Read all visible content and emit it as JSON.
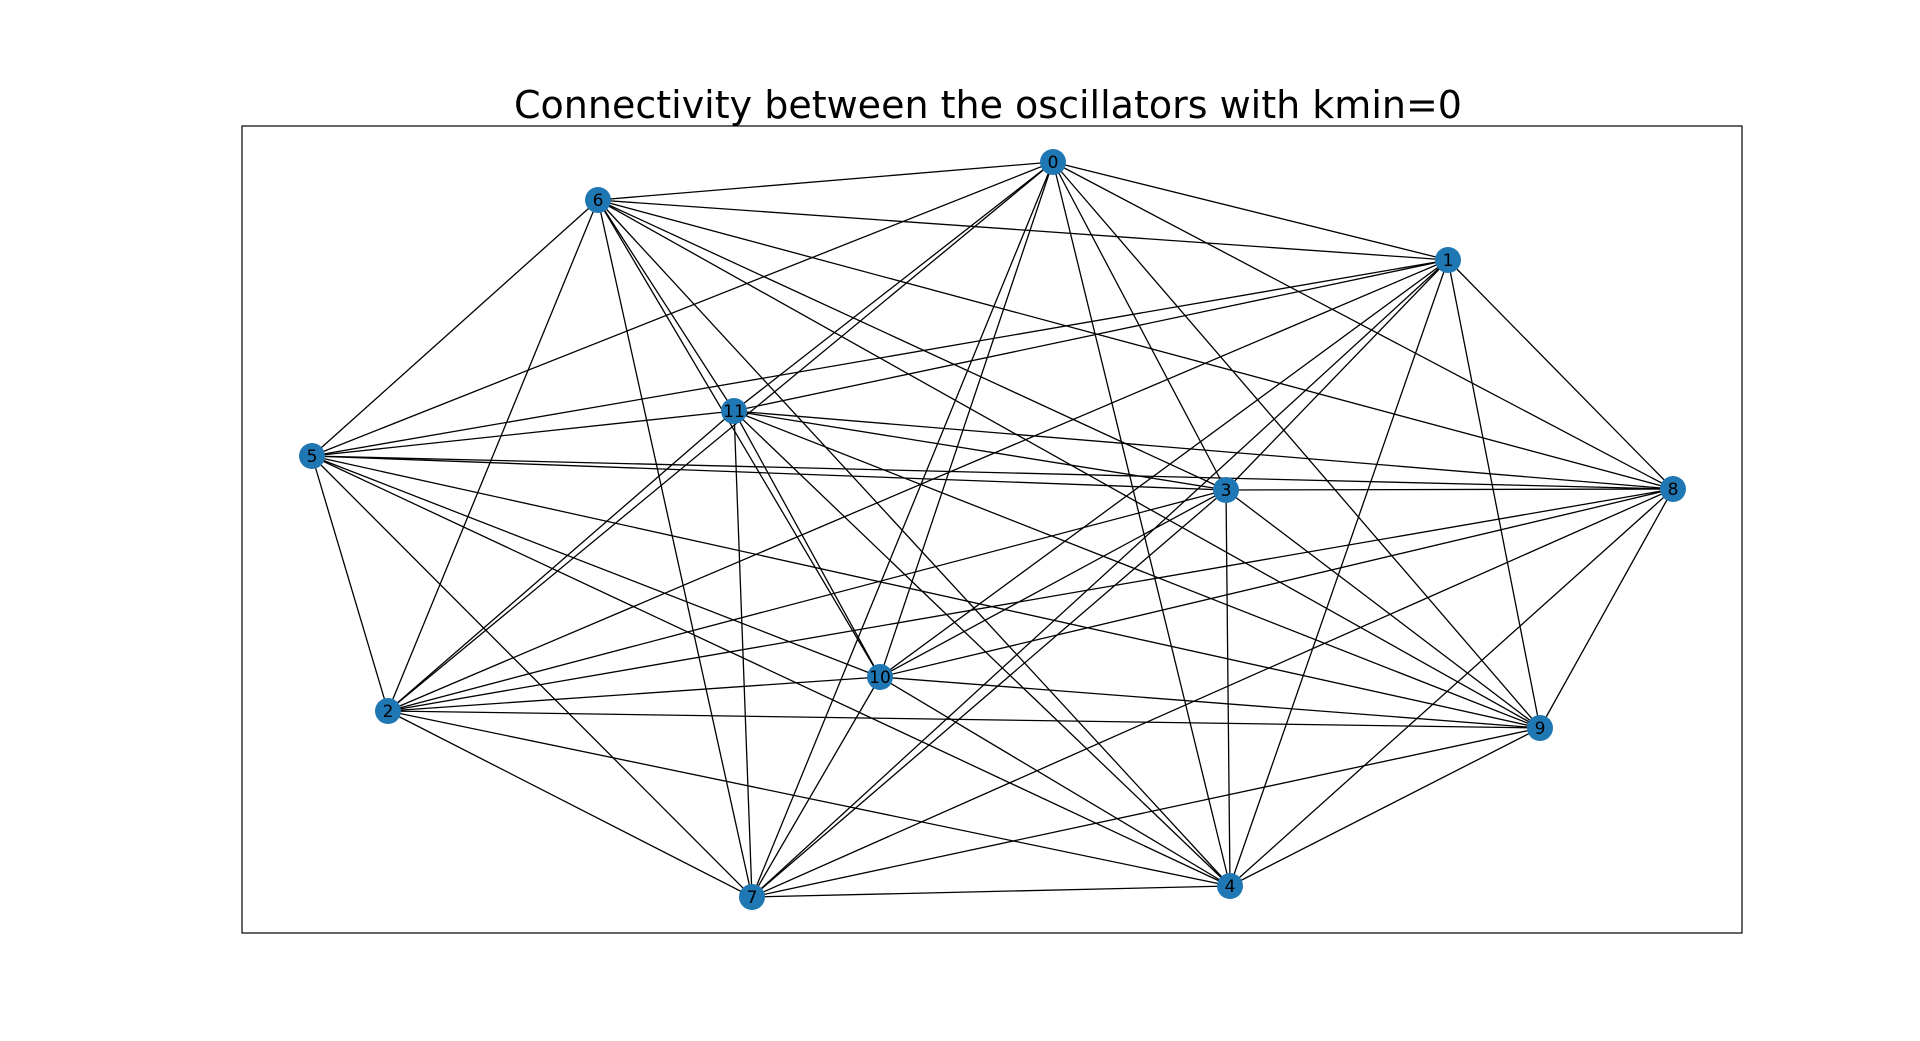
{
  "title": "Connectivity between the oscillators with kmin=0",
  "node_color": "#1f77b4",
  "edge_color": "#000000",
  "nodes": [
    {
      "id": "0",
      "label": "0"
    },
    {
      "id": "1",
      "label": "1"
    },
    {
      "id": "2",
      "label": "2"
    },
    {
      "id": "3",
      "label": "3"
    },
    {
      "id": "4",
      "label": "4"
    },
    {
      "id": "5",
      "label": "5"
    },
    {
      "id": "6",
      "label": "6"
    },
    {
      "id": "7",
      "label": "7"
    },
    {
      "id": "8",
      "label": "8"
    },
    {
      "id": "9",
      "label": "9"
    },
    {
      "id": "10",
      "label": "10"
    },
    {
      "id": "11",
      "label": "11"
    }
  ],
  "edges": [
    [
      "0",
      "1"
    ],
    [
      "0",
      "6"
    ],
    [
      "0",
      "5"
    ],
    [
      "0",
      "11"
    ],
    [
      "0",
      "2"
    ],
    [
      "0",
      "10"
    ],
    [
      "0",
      "7"
    ],
    [
      "0",
      "3"
    ],
    [
      "0",
      "4"
    ],
    [
      "0",
      "9"
    ],
    [
      "0",
      "8"
    ],
    [
      "1",
      "6"
    ],
    [
      "1",
      "5"
    ],
    [
      "1",
      "11"
    ],
    [
      "1",
      "2"
    ],
    [
      "1",
      "10"
    ],
    [
      "1",
      "7"
    ],
    [
      "1",
      "3"
    ],
    [
      "1",
      "4"
    ],
    [
      "1",
      "9"
    ],
    [
      "1",
      "8"
    ],
    [
      "6",
      "5"
    ],
    [
      "6",
      "2"
    ],
    [
      "6",
      "11"
    ],
    [
      "6",
      "10"
    ],
    [
      "6",
      "7"
    ],
    [
      "6",
      "3"
    ],
    [
      "6",
      "4"
    ],
    [
      "6",
      "9"
    ],
    [
      "6",
      "8"
    ],
    [
      "5",
      "11"
    ],
    [
      "5",
      "3"
    ],
    [
      "5",
      "8"
    ],
    [
      "5",
      "2"
    ],
    [
      "5",
      "7"
    ],
    [
      "5",
      "10"
    ],
    [
      "5",
      "4"
    ],
    [
      "5",
      "9"
    ],
    [
      "11",
      "3"
    ],
    [
      "11",
      "8"
    ],
    [
      "11",
      "2"
    ],
    [
      "11",
      "10"
    ],
    [
      "11",
      "7"
    ],
    [
      "11",
      "4"
    ],
    [
      "11",
      "9"
    ],
    [
      "3",
      "8"
    ],
    [
      "3",
      "10"
    ],
    [
      "3",
      "2"
    ],
    [
      "3",
      "7"
    ],
    [
      "3",
      "4"
    ],
    [
      "3",
      "9"
    ],
    [
      "8",
      "10"
    ],
    [
      "8",
      "2"
    ],
    [
      "8",
      "7"
    ],
    [
      "8",
      "4"
    ],
    [
      "8",
      "9"
    ],
    [
      "10",
      "2"
    ],
    [
      "10",
      "7"
    ],
    [
      "10",
      "4"
    ],
    [
      "10",
      "9"
    ],
    [
      "2",
      "9"
    ],
    [
      "2",
      "7"
    ],
    [
      "2",
      "4"
    ],
    [
      "7",
      "4"
    ],
    [
      "7",
      "9"
    ],
    [
      "4",
      "9"
    ]
  ]
}
